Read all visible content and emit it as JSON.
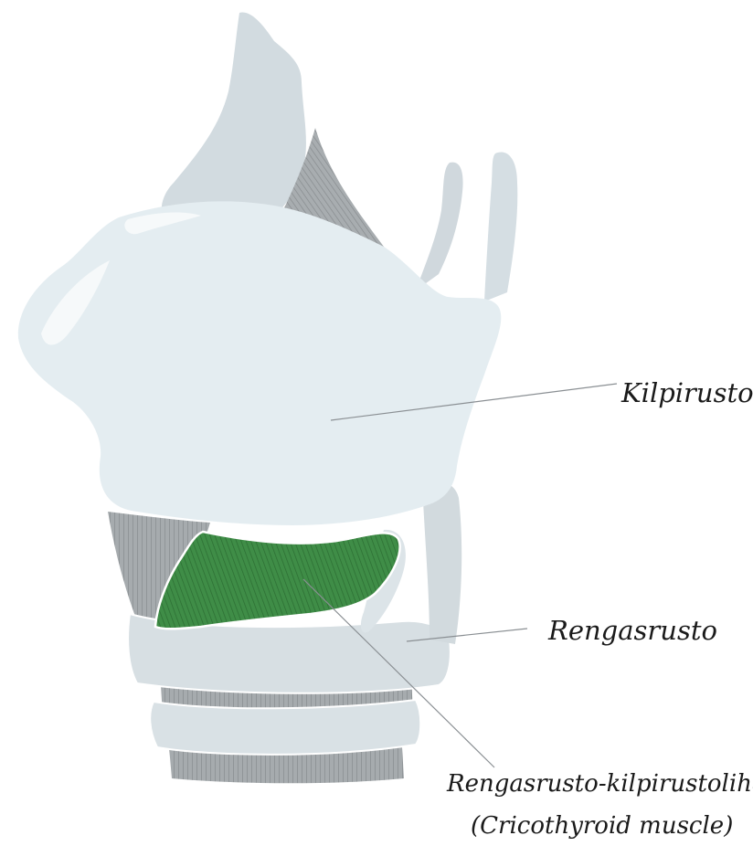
{
  "labels": {
    "thyroid_cartilage": "Kilpirusto",
    "cricoid_cartilage": "Rengasrusto",
    "cricothyroid_muscle": "Rengasrusto-kilpirustolihas",
    "cricothyroid_muscle_en": "(Cricothyroid muscle)"
  },
  "colors": {
    "cartilage_light": "#e4edf1",
    "cartilage_mid": "#d5dee2",
    "cartilage_back": "#cfd7dc",
    "ligament_grey": "#a3a8ab",
    "ligament_stroke": "#83888b",
    "muscle_green": "#3d8a45",
    "muscle_stroke": "#2a6a32",
    "leader_line": "#8a8f93"
  }
}
